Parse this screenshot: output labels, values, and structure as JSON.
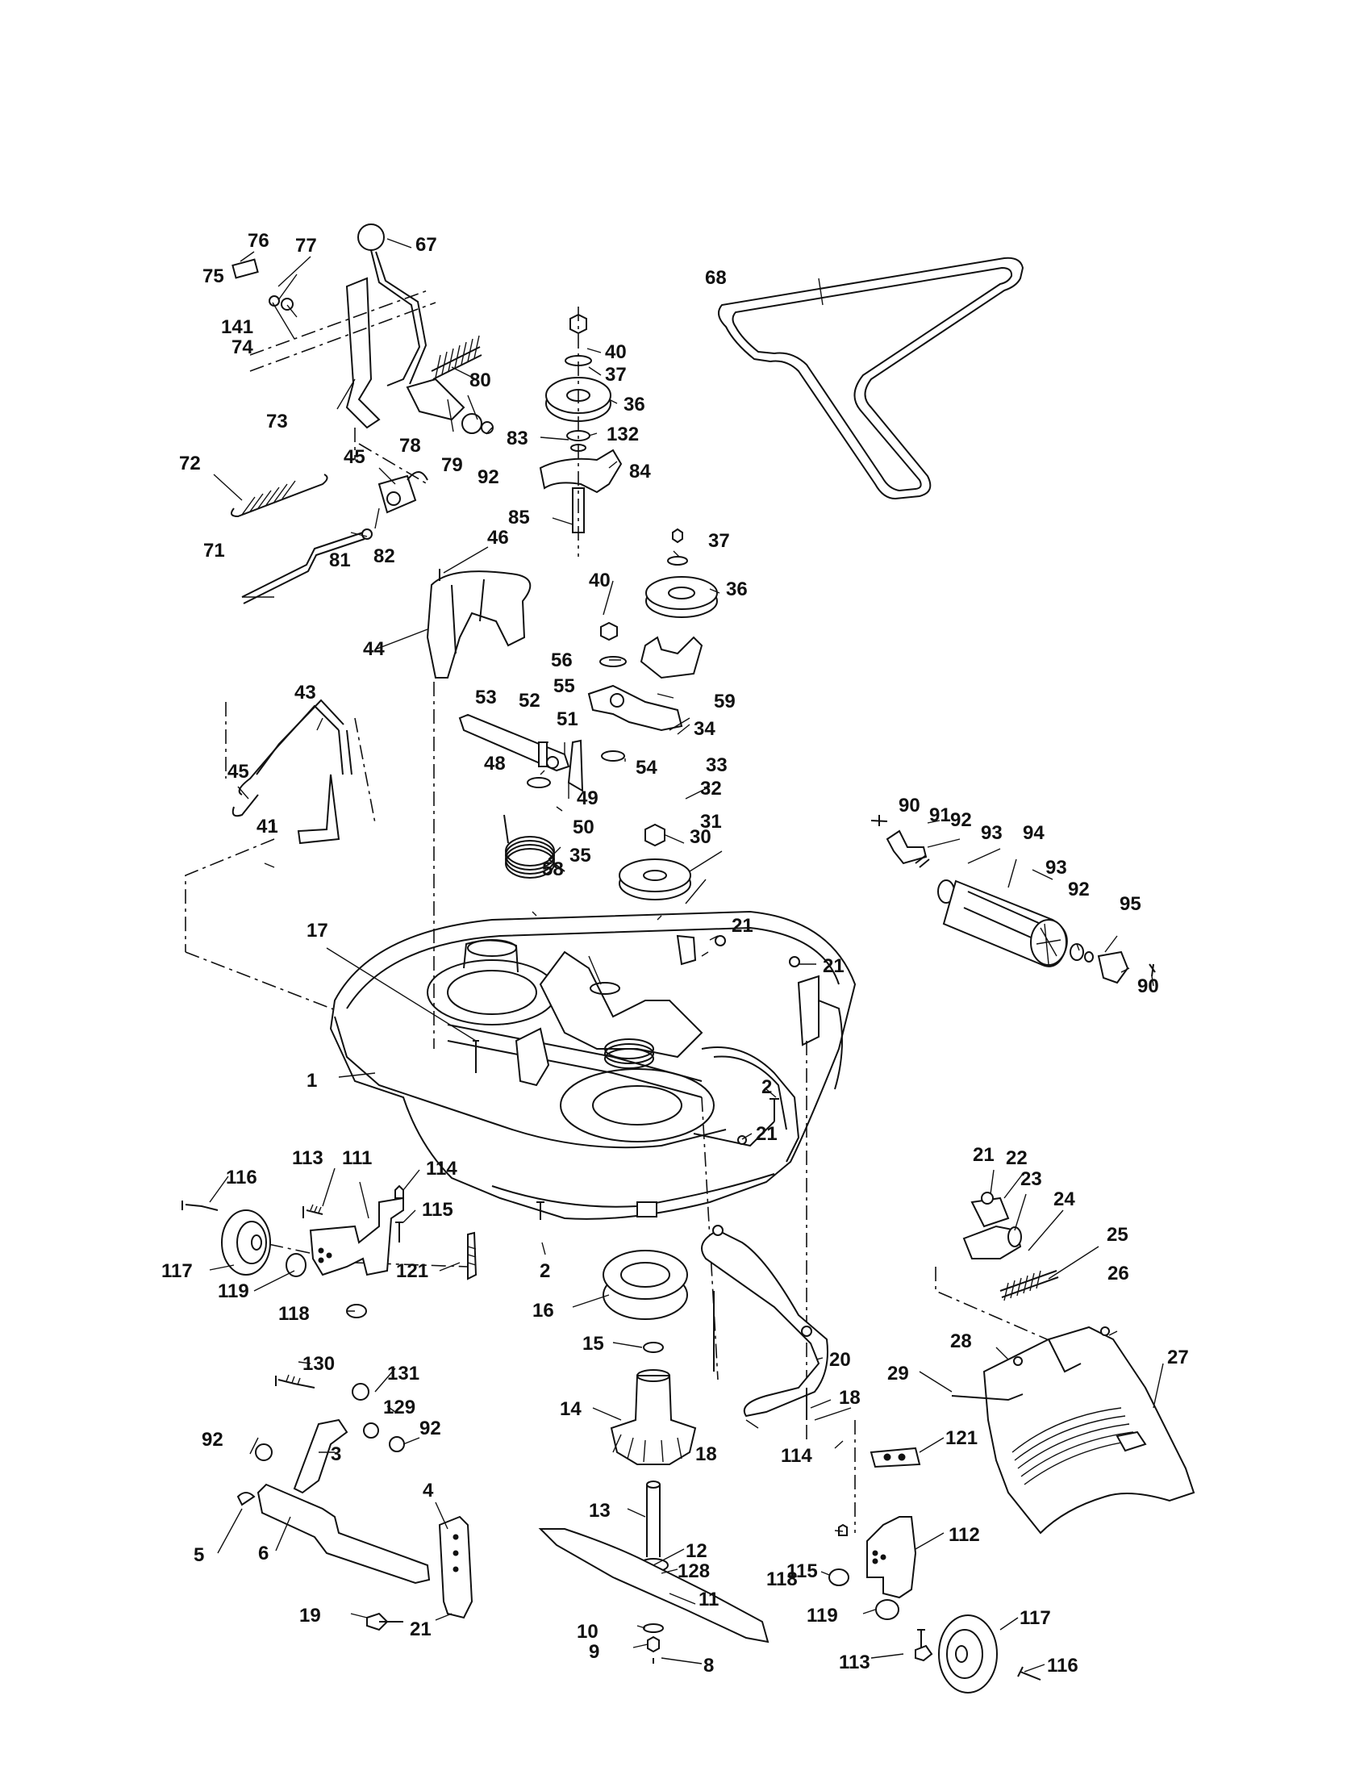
{
  "labels": [
    {
      "id": "76",
      "text": "76"
    },
    {
      "id": "77",
      "text": "77"
    },
    {
      "id": "67",
      "text": "67"
    },
    {
      "id": "75",
      "text": "75"
    },
    {
      "id": "141",
      "text": "141"
    },
    {
      "id": "74",
      "text": "74"
    },
    {
      "id": "80",
      "text": "80"
    },
    {
      "id": "73",
      "text": "73"
    },
    {
      "id": "78",
      "text": "78"
    },
    {
      "id": "79",
      "text": "79"
    },
    {
      "id": "92a",
      "text": "92"
    },
    {
      "id": "40a",
      "text": "40"
    },
    {
      "id": "37a",
      "text": "37"
    },
    {
      "id": "36a",
      "text": "36"
    },
    {
      "id": "132",
      "text": "132"
    },
    {
      "id": "83",
      "text": "83"
    },
    {
      "id": "84",
      "text": "84"
    },
    {
      "id": "85",
      "text": "85"
    },
    {
      "id": "68",
      "text": "68"
    },
    {
      "id": "72",
      "text": "72"
    },
    {
      "id": "45a",
      "text": "45"
    },
    {
      "id": "81",
      "text": "81"
    },
    {
      "id": "82",
      "text": "82"
    },
    {
      "id": "71",
      "text": "71"
    },
    {
      "id": "46",
      "text": "46"
    },
    {
      "id": "44",
      "text": "44"
    },
    {
      "id": "40b",
      "text": "40"
    },
    {
      "id": "37b",
      "text": "37"
    },
    {
      "id": "36b",
      "text": "36"
    },
    {
      "id": "56",
      "text": "56"
    },
    {
      "id": "55",
      "text": "55"
    },
    {
      "id": "59",
      "text": "59"
    },
    {
      "id": "53",
      "text": "53"
    },
    {
      "id": "52",
      "text": "52"
    },
    {
      "id": "51",
      "text": "51"
    },
    {
      "id": "34",
      "text": "34"
    },
    {
      "id": "43",
      "text": "43"
    },
    {
      "id": "48",
      "text": "48"
    },
    {
      "id": "54",
      "text": "54"
    },
    {
      "id": "33",
      "text": "33"
    },
    {
      "id": "49",
      "text": "49"
    },
    {
      "id": "50",
      "text": "50"
    },
    {
      "id": "32",
      "text": "32"
    },
    {
      "id": "45b",
      "text": "45"
    },
    {
      "id": "41",
      "text": "41"
    },
    {
      "id": "58",
      "text": "58"
    },
    {
      "id": "31",
      "text": "31"
    },
    {
      "id": "35",
      "text": "35"
    },
    {
      "id": "30",
      "text": "30"
    },
    {
      "id": "90a",
      "text": "90"
    },
    {
      "id": "91",
      "text": "91"
    },
    {
      "id": "92b",
      "text": "92"
    },
    {
      "id": "93a",
      "text": "93"
    },
    {
      "id": "94",
      "text": "94"
    },
    {
      "id": "93b",
      "text": "93"
    },
    {
      "id": "92c",
      "text": "92"
    },
    {
      "id": "95",
      "text": "95"
    },
    {
      "id": "90b",
      "text": "90"
    },
    {
      "id": "17",
      "text": "17"
    },
    {
      "id": "21a",
      "text": "21"
    },
    {
      "id": "21b",
      "text": "21"
    },
    {
      "id": "1",
      "text": "1"
    },
    {
      "id": "2a",
      "text": "2"
    },
    {
      "id": "21c",
      "text": "21"
    },
    {
      "id": "113a",
      "text": "113"
    },
    {
      "id": "111",
      "text": "111"
    },
    {
      "id": "114a",
      "text": "114"
    },
    {
      "id": "116a",
      "text": "116"
    },
    {
      "id": "115a",
      "text": "115"
    },
    {
      "id": "21d",
      "text": "21"
    },
    {
      "id": "22",
      "text": "22"
    },
    {
      "id": "23",
      "text": "23"
    },
    {
      "id": "24",
      "text": "24"
    },
    {
      "id": "25",
      "text": "25"
    },
    {
      "id": "117a",
      "text": "117"
    },
    {
      "id": "119a",
      "text": "119"
    },
    {
      "id": "121a",
      "text": "121"
    },
    {
      "id": "2b",
      "text": "2"
    },
    {
      "id": "118a",
      "text": "118"
    },
    {
      "id": "16",
      "text": "16"
    },
    {
      "id": "26",
      "text": "26"
    },
    {
      "id": "15",
      "text": "15"
    },
    {
      "id": "130",
      "text": "130"
    },
    {
      "id": "131",
      "text": "131"
    },
    {
      "id": "20",
      "text": "20"
    },
    {
      "id": "28",
      "text": "28"
    },
    {
      "id": "27",
      "text": "27"
    },
    {
      "id": "29",
      "text": "29"
    },
    {
      "id": "129",
      "text": "129"
    },
    {
      "id": "14",
      "text": "14"
    },
    {
      "id": "18a",
      "text": "18"
    },
    {
      "id": "92d",
      "text": "92"
    },
    {
      "id": "92e",
      "text": "92"
    },
    {
      "id": "3",
      "text": "3"
    },
    {
      "id": "18b",
      "text": "18"
    },
    {
      "id": "114b",
      "text": "114"
    },
    {
      "id": "121b",
      "text": "121"
    },
    {
      "id": "4",
      "text": "4"
    },
    {
      "id": "13",
      "text": "13"
    },
    {
      "id": "5",
      "text": "5"
    },
    {
      "id": "12",
      "text": "12"
    },
    {
      "id": "112",
      "text": "112"
    },
    {
      "id": "6",
      "text": "6"
    },
    {
      "id": "128",
      "text": "128"
    },
    {
      "id": "115b",
      "text": "115"
    },
    {
      "id": "118b",
      "text": "118"
    },
    {
      "id": "11",
      "text": "11"
    },
    {
      "id": "19",
      "text": "19"
    },
    {
      "id": "21e",
      "text": "21"
    },
    {
      "id": "119b",
      "text": "119"
    },
    {
      "id": "117b",
      "text": "117"
    },
    {
      "id": "10",
      "text": "10"
    },
    {
      "id": "9",
      "text": "9"
    },
    {
      "id": "8",
      "text": "8"
    },
    {
      "id": "113b",
      "text": "113"
    },
    {
      "id": "116b",
      "text": "116"
    }
  ]
}
